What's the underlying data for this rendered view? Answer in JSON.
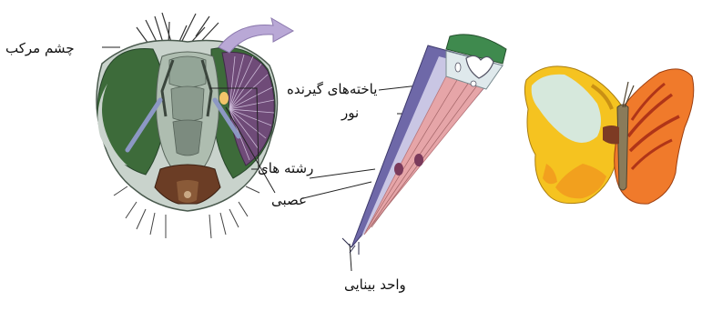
{
  "labels": {
    "compound_eye": "چشم مرکب",
    "photoreceptor_line1": "یاخته‌های گیرنده",
    "photoreceptor_line2": "نور",
    "nerve_fibers_line1": "رشته های",
    "nerve_fibers_line2": "عصبی",
    "visual_unit": "واحد بینایی"
  },
  "colors": {
    "eye_green": "#3d6b3a",
    "eye_gray": "#c9d3cc",
    "facet_purple": "#6f4b78",
    "arrow_lavender": "#b9a8d6",
    "ommatidium_purple": "#6e68a8",
    "ommatidium_pink": "#e6a5a8",
    "lens_green": "#3f8a4e",
    "wing_yellow": "#f5c320",
    "wing_orange": "#f07a2b",
    "wing_pale": "#d6e8dc"
  },
  "icons": [
    "fly-head-icon",
    "curved-arrow-icon",
    "ommatidium-icon",
    "butterfly-icon"
  ]
}
